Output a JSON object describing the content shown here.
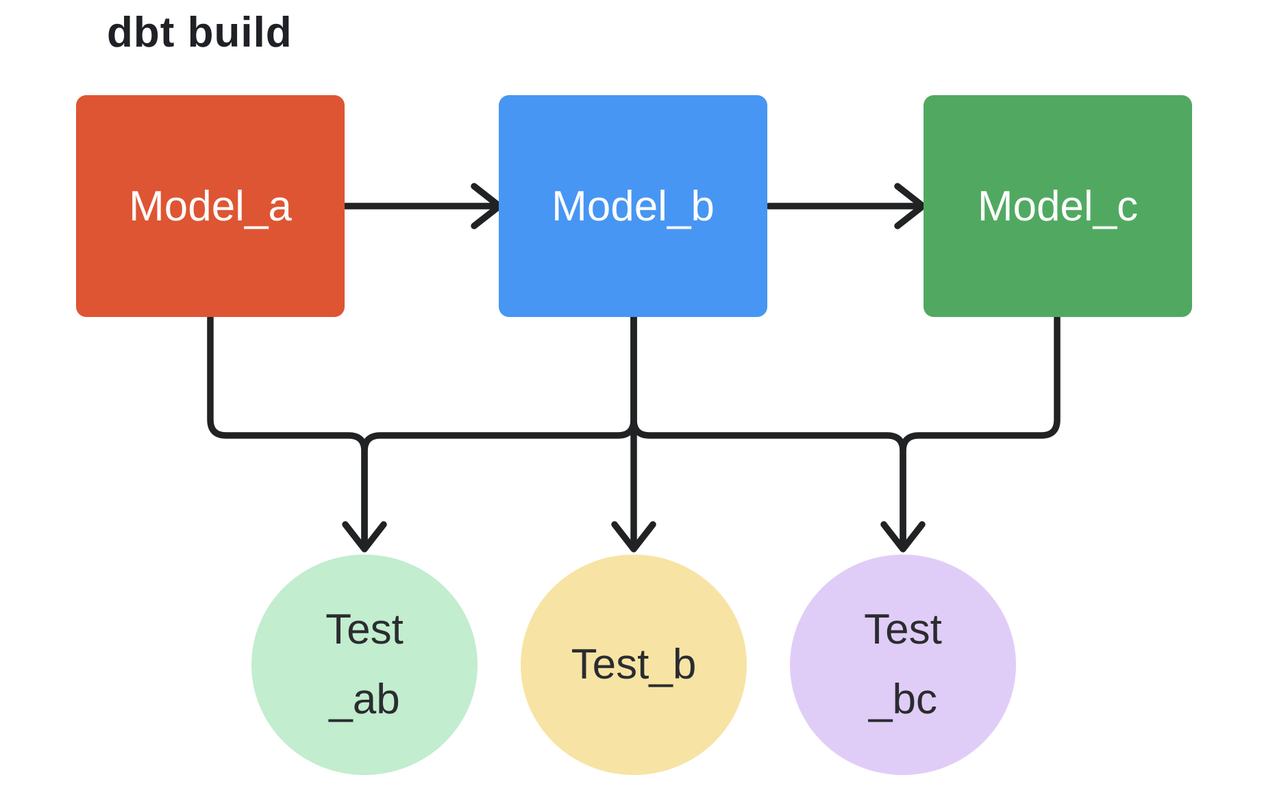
{
  "title": "dbt build",
  "colors": {
    "background": "#ffffff",
    "stroke": "#212224",
    "title_text": "#1f2126",
    "node_text_light": "#fcfcfc",
    "node_text_dark": "#2b2c30",
    "model_a": "#de5533",
    "model_b": "#4796f3",
    "model_c": "#51a961",
    "test_ab": "#c2edce",
    "test_b": "#f7e4a4",
    "test_bc": "#e0cdf7"
  },
  "nodes": {
    "model_a": {
      "label": "Model_a"
    },
    "model_b": {
      "label": "Model_b"
    },
    "model_c": {
      "label": "Model_c"
    },
    "test_ab": {
      "line1": "Test",
      "line2": "_ab"
    },
    "test_b": {
      "label": "Test_b"
    },
    "test_bc": {
      "line1": "Test",
      "line2": "_bc"
    }
  },
  "edges": [
    {
      "from": "Model_a",
      "to": "Model_b"
    },
    {
      "from": "Model_b",
      "to": "Model_c"
    },
    {
      "from": "Model_a",
      "to": "Test_ab"
    },
    {
      "from": "Model_b",
      "to": "Test_ab"
    },
    {
      "from": "Model_b",
      "to": "Test_b"
    },
    {
      "from": "Model_b",
      "to": "Test_bc"
    },
    {
      "from": "Model_c",
      "to": "Test_bc"
    }
  ]
}
